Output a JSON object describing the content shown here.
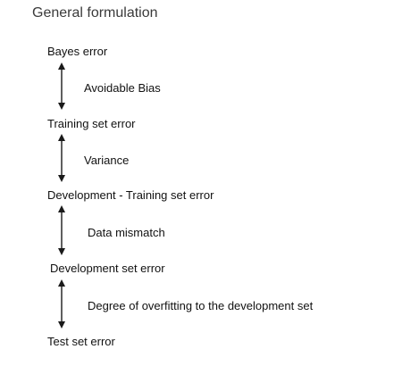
{
  "title": "General formulation",
  "levels": [
    "Bayes error",
    "Training set error",
    "Development - Training set error",
    "Development set error",
    "Test set error"
  ],
  "gaps": [
    "Avoidable Bias",
    "Variance",
    "Data mismatch",
    "Degree of overfitting to the development set"
  ]
}
